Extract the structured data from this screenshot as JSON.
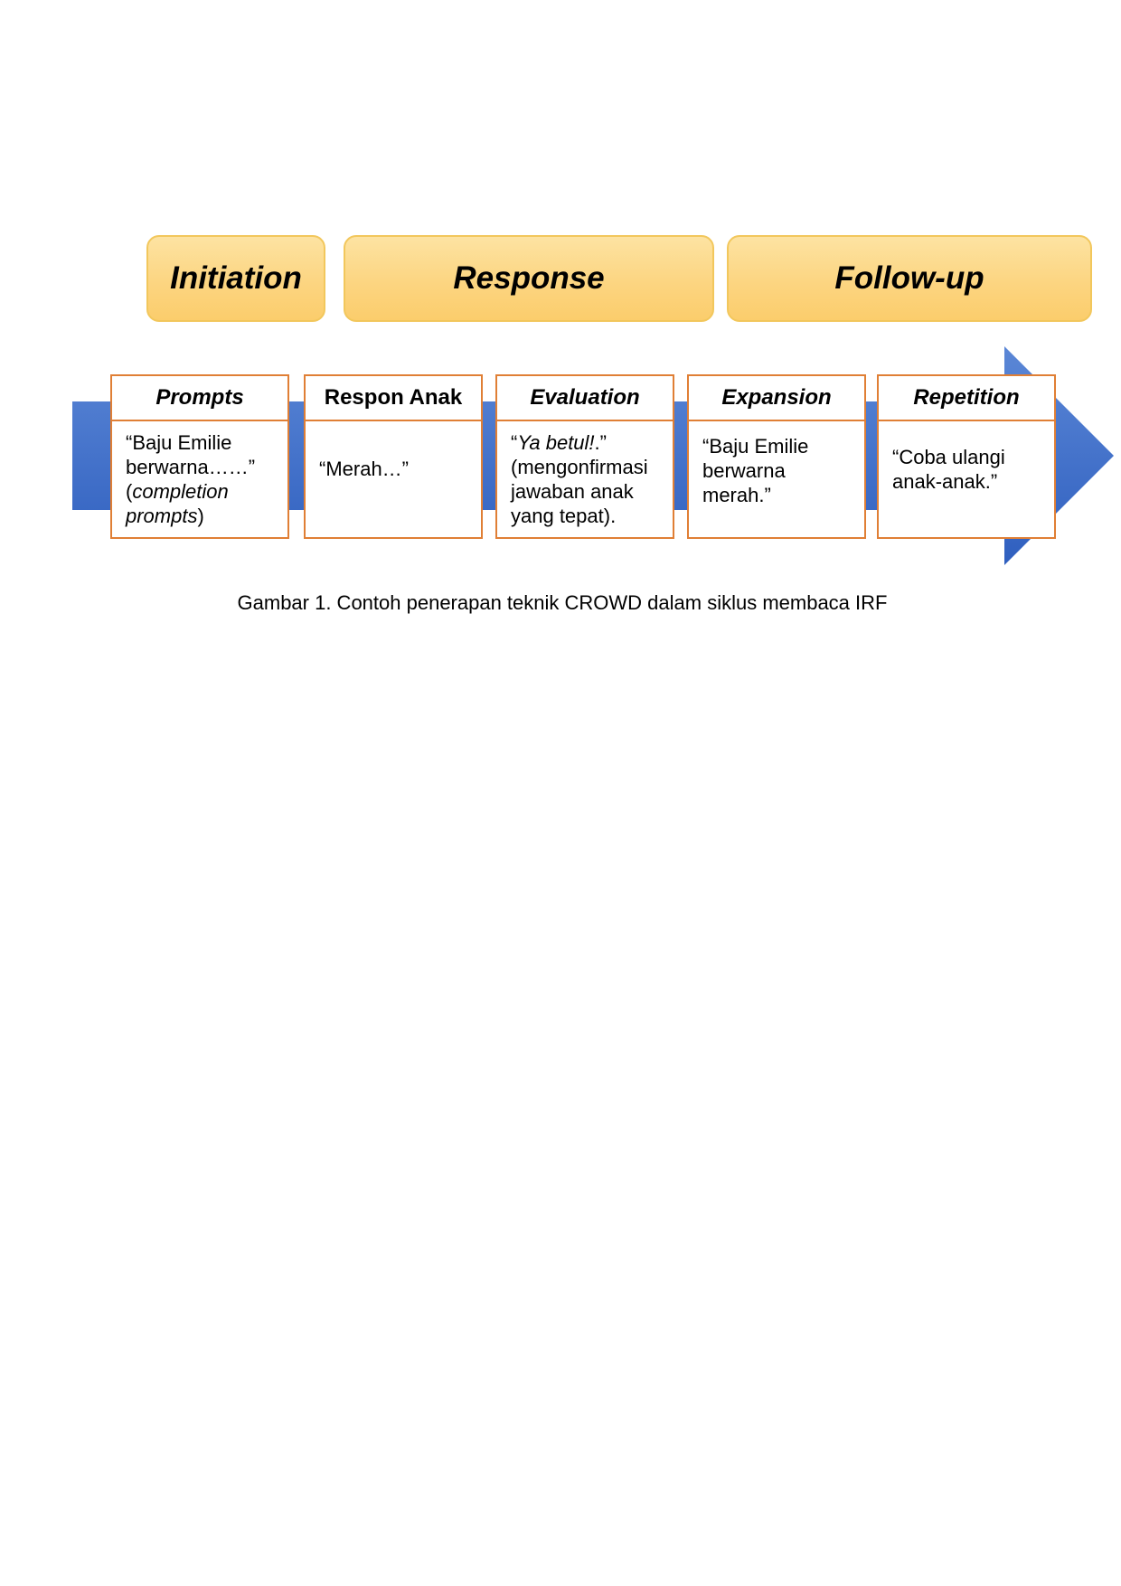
{
  "phases": {
    "initiation": "Initiation",
    "response": "Response",
    "follow_up": "Follow-up"
  },
  "steps": [
    {
      "title": "Prompts",
      "lines": [
        "“Baju Emilie",
        "berwarna……”"
      ],
      "extra_open": "(",
      "extra_italic": "completion",
      "extra_italic_2": "prompts",
      "extra_close": ")"
    },
    {
      "title": "Respon Anak",
      "text": "“Merah…”"
    },
    {
      "title": "Evaluation",
      "quote_open": "“",
      "quote_italic": "Ya betul!",
      "quote_close": ".”",
      "lines": [
        "(mengonfirmasi",
        "jawaban anak",
        "yang tepat)."
      ]
    },
    {
      "title": "Expansion",
      "lines": [
        "“Baju Emilie",
        "berwarna",
        "merah.”"
      ]
    },
    {
      "title": "Repetition",
      "lines": [
        "“Coba ulangi",
        "anak-anak.”"
      ]
    }
  ],
  "caption": "Gambar 1. Contoh penerapan teknik CROWD dalam siklus membaca IRF",
  "colors": {
    "arrow_light": "#5b87d6",
    "arrow_dark": "#2f5fbf",
    "phase_fill": "#fcd581",
    "phase_border": "#f2c75c",
    "card_border": "#e07f35"
  }
}
